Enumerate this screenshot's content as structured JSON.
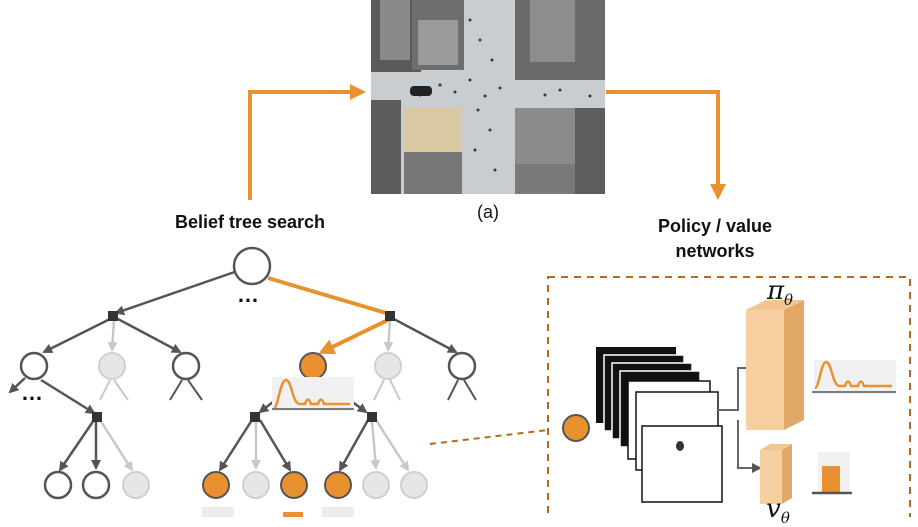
{
  "title_left": "Belief tree search",
  "caption": "(a)",
  "title_right_line1": "Policy / value",
  "title_right_line2": "networks",
  "ellipsis": "…",
  "policy_symbol": "π",
  "policy_subscript": "θ",
  "value_symbol": "v",
  "value_subscript": "θ",
  "colors": {
    "accent": "#e8912e",
    "node_dark": "#404040",
    "node_gray": "#c8c8c8",
    "block_light": "#f7cfa0",
    "block_dark": "#e2a868"
  },
  "image_description_icon": "aerial-street-scene"
}
